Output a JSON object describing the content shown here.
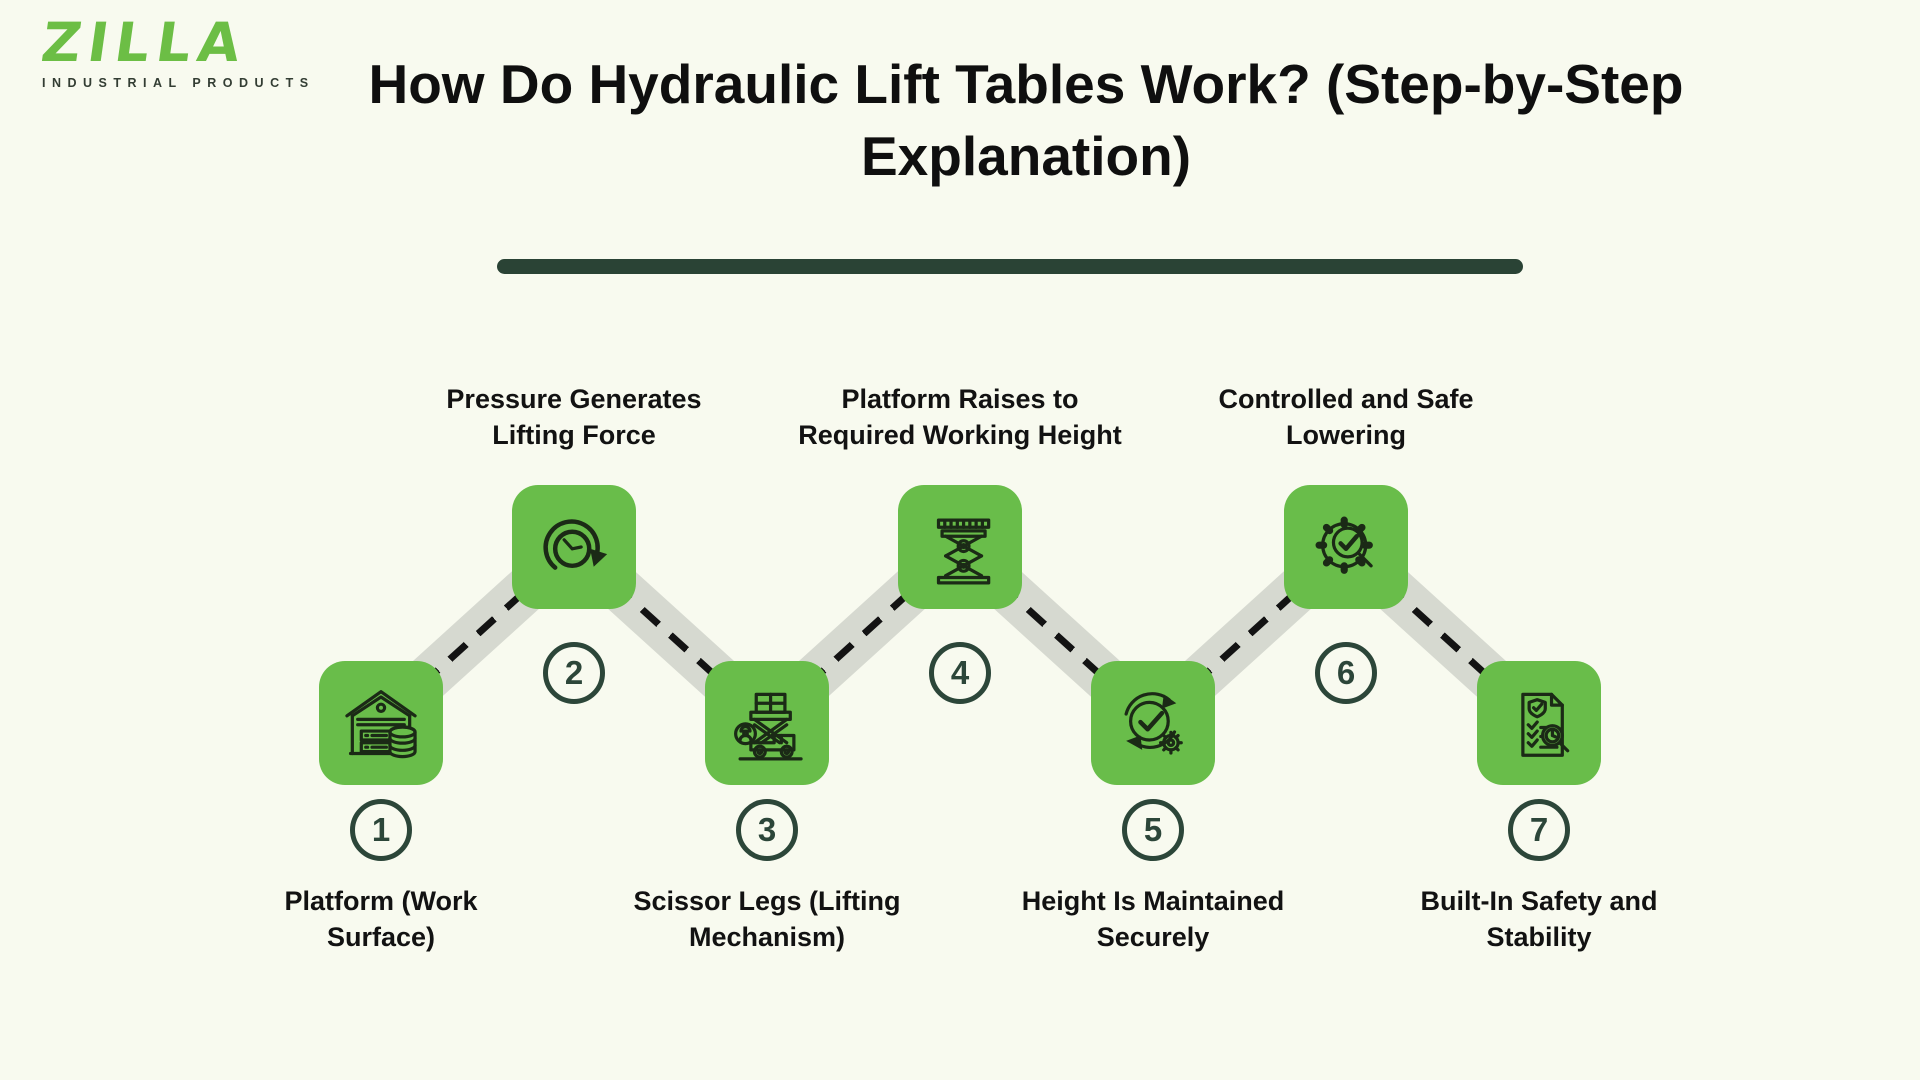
{
  "brand": {
    "name": "ZILLA",
    "tagline": "INDUSTRIAL PRODUCTS"
  },
  "title": {
    "line1": "How Do Hydraulic Lift Tables Work? (Step-by-Step",
    "line2": "Explanation)"
  },
  "colors": {
    "background": "#f8faef",
    "step_box_green": "#69bd4a",
    "dark_green": "#2c4639",
    "connector_gray": "#d6d9d0",
    "text_black": "#121212",
    "logo_green": "#6cbe45"
  },
  "steps": [
    {
      "number": "1",
      "label": "Platform (Work Surface)",
      "label_position": "bottom",
      "icon": "warehouse-icon"
    },
    {
      "number": "2",
      "label": "Pressure Generates Lifting Force",
      "label_position": "top",
      "icon": "pressure-clock-icon"
    },
    {
      "number": "3",
      "label": "Scissor Legs (Lifting Mechanism)",
      "label_position": "bottom",
      "icon": "scissor-lift-truck-icon"
    },
    {
      "number": "4",
      "label": "Platform Raises to Required Working Height",
      "label_position": "top",
      "icon": "scissor-lift-table-icon"
    },
    {
      "number": "5",
      "label": "Height Is Maintained Securely",
      "label_position": "bottom",
      "icon": "secure-check-gear-icon"
    },
    {
      "number": "6",
      "label": "Controlled and Safe Lowering",
      "label_position": "top",
      "icon": "gear-inspection-icon"
    },
    {
      "number": "7",
      "label": "Built-In Safety and Stability",
      "label_position": "bottom",
      "icon": "safety-checklist-icon"
    }
  ]
}
